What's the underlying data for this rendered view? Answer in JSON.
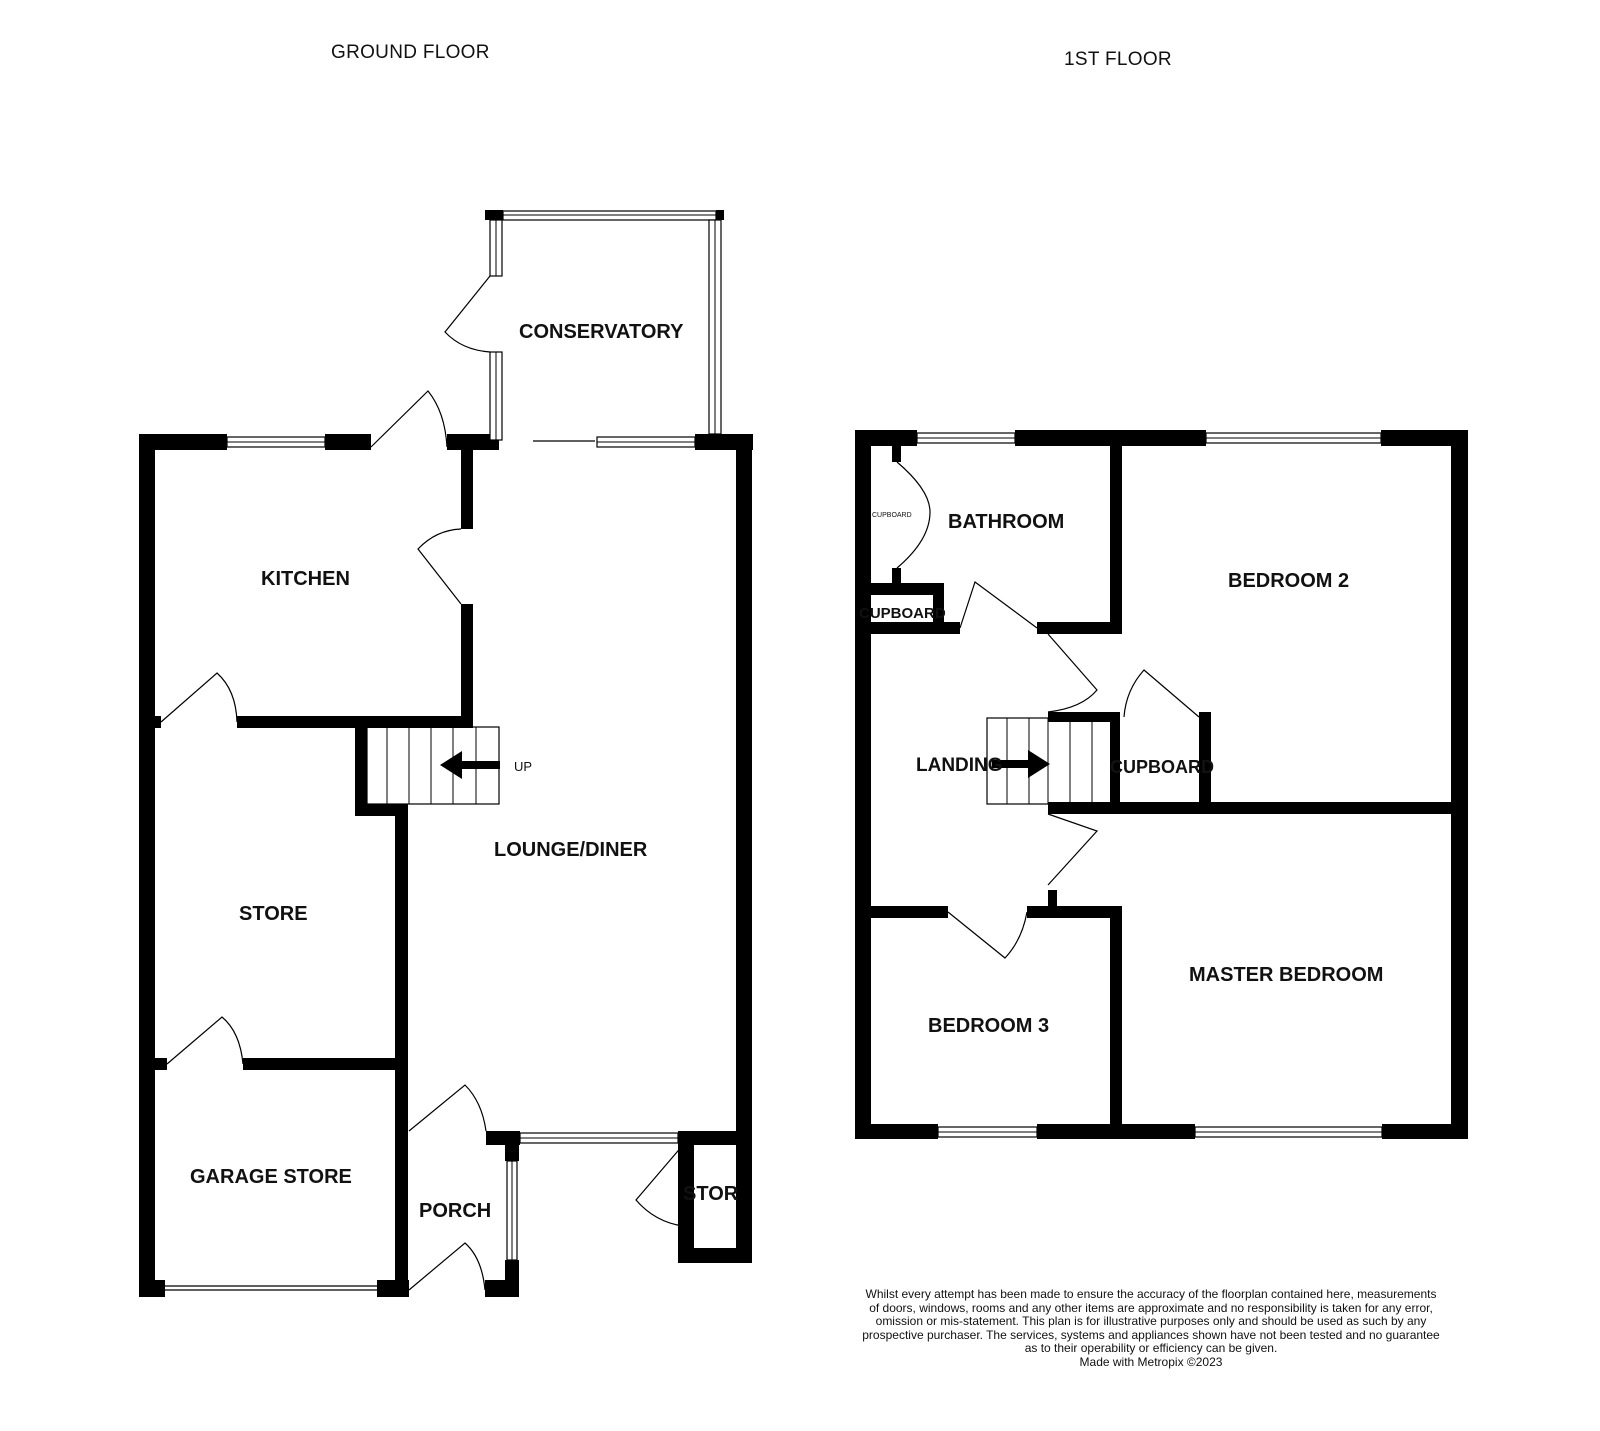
{
  "floors": {
    "ground": {
      "title": "GROUND FLOOR"
    },
    "first": {
      "title": "1ST FLOOR"
    }
  },
  "rooms": {
    "conservatory": "CONSERVATORY",
    "kitchen": "KITCHEN",
    "lounge_diner": "LOUNGE/DINER",
    "store": "STORE",
    "garage_store": "GARAGE STORE",
    "porch": "PORCH",
    "store_small": "STOR",
    "bathroom": "BATHROOM",
    "bedroom2": "BEDROOM 2",
    "cupboard_landing": "CUPBOARD",
    "cupboard_bathroom": "CUPBOARD",
    "landing": "LANDING",
    "cupboard_bed2": "CUPBOARD",
    "master_bedroom": "MASTER BEDROOM",
    "bedroom3": "BEDROOM 3"
  },
  "stairs": {
    "up_label": "UP"
  },
  "disclaimer": {
    "lines": [
      "Whilst every attempt has been made to ensure the accuracy of the floorplan contained here, measurements",
      "of doors, windows, rooms and any other items are approximate and no responsibility is taken for any error,",
      "omission or mis-statement. This plan is for illustrative purposes only and should be used as such by any",
      "prospective purchaser. The services, systems and appliances shown have not been tested and no guarantee",
      "as to their operability or efficiency can be given.",
      "Made with Metropix ©2023"
    ]
  }
}
